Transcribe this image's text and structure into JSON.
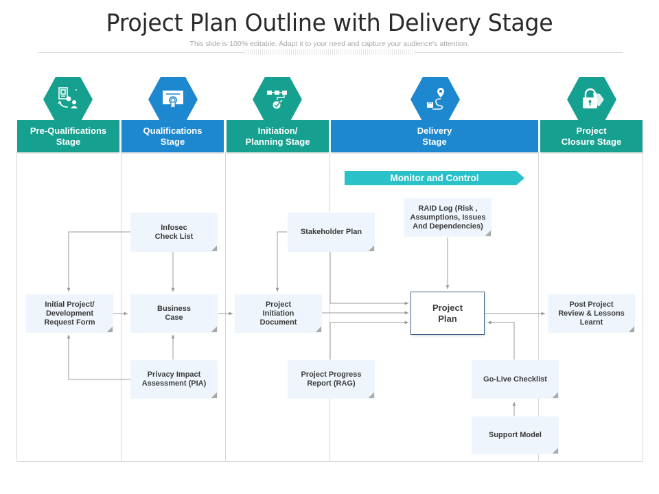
{
  "header": {
    "title": "Project Plan Outline with Delivery Stage",
    "subtitle": "This slide is 100% editable. Adapt it to your need and capture your audience's attention."
  },
  "colors": {
    "teal": "#16a08f",
    "blue": "#1d87cf",
    "banner": "#2ac1c8",
    "box_fill": "#eef5fc",
    "connector": "#9a9a9a",
    "project_plan_border": "#3a5f83"
  },
  "stages": [
    {
      "label": "Pre-Qualifications\nStage",
      "icon": "form-approval-user-icon",
      "color": "teal"
    },
    {
      "label": "Qualifications\nStage",
      "icon": "certificate-icon",
      "color": "blue"
    },
    {
      "label": "Initiation/\nPlanning Stage",
      "icon": "process-flow-check-icon",
      "color": "teal"
    },
    {
      "label": "Delivery\nStage",
      "icon": "delivery-route-icon",
      "color": "blue"
    },
    {
      "label": "Project\nClosure  Stage",
      "icon": "lock-tag-icon",
      "color": "teal"
    }
  ],
  "banner": {
    "label": "Monitor and Control"
  },
  "nodes": {
    "initial_request": "Initial Project/\nDevelopment\nRequest Form",
    "infosec": "Infosec\nCheck List",
    "business_case": "Business\nCase",
    "pia": "Privacy Impact\nAssessment (PIA)",
    "stakeholder": "Stakeholder Plan",
    "pid": "Project\nInitiation\nDocument",
    "progress_report": "Project Progress\nReport (RAG)",
    "raid_log": "RAID Log (Risk ,\nAssumptions, Issues\nAnd Dependencies)",
    "project_plan": "Project\nPlan",
    "go_live": "Go-Live Checklist",
    "support_model": "Support Model",
    "post_project": "Post Project\nReview & Lessons\nLearnt"
  }
}
